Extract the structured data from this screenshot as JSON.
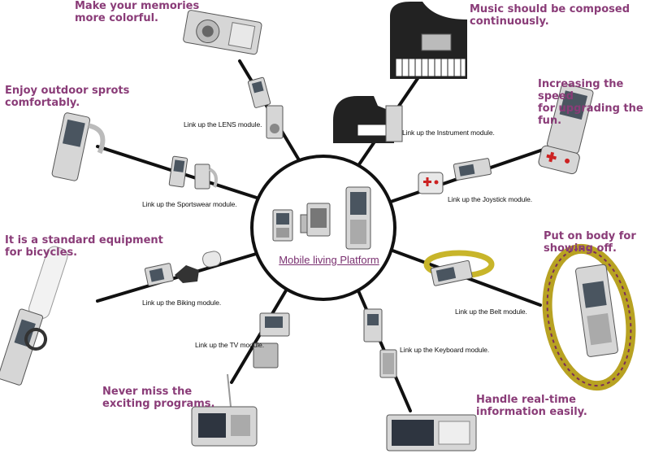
{
  "hub": {
    "title": "Mobile living Platform"
  },
  "colors": {
    "tagline": "#8a3c78",
    "spoke": "#111111",
    "device_body": "#d6d6d6",
    "screen": "#4a5560"
  },
  "modules": [
    {
      "id": "lens",
      "tagline": "Make your memories\nmore colorful.",
      "link": "Link up the LENS module.",
      "icon": "camera-icon"
    },
    {
      "id": "instrument",
      "tagline": "Music should be composed\ncontinuously.",
      "link": "Link up the Instrument  module.",
      "icon": "piano-icon"
    },
    {
      "id": "joystick",
      "tagline": "Increasing the speed\nfor upgrading the fun.",
      "link": "Link up the Joystick module.",
      "icon": "gamepad-icon"
    },
    {
      "id": "belt",
      "tagline": "Put on body for\nshowing off.",
      "link": "Link up the Belt module.",
      "icon": "belt-icon"
    },
    {
      "id": "keyboard",
      "tagline": "Handle real-time\ninformation easily.",
      "link": "Link up the Keyboard  module.",
      "icon": "keyboard-icon"
    },
    {
      "id": "tv",
      "tagline": "Never miss the\nexciting programs.",
      "link": "Link up the TV module.",
      "icon": "tv-icon"
    },
    {
      "id": "biking",
      "tagline": "It is a standard equipment\nfor bicycles.",
      "link": "Link up the Biking module.",
      "icon": "bike-mount-icon"
    },
    {
      "id": "sportswear",
      "tagline": "Enjoy outdoor sprots\ncomfortably.",
      "link": "Link up the Sportswear module.",
      "icon": "wrist-strap-icon"
    }
  ]
}
